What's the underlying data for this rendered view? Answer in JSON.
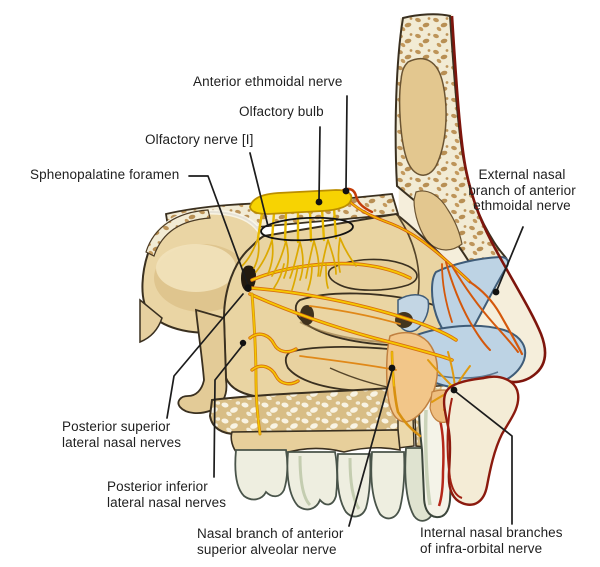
{
  "labels": {
    "anterior_ethmoidal_nerve": "Anterior ethmoidal nerve",
    "olfactory_bulb": "Olfactory bulb",
    "olfactory_nerve": "Olfactory nerve [I]",
    "sphenopalatine_foramen": "Sphenopalatine foramen",
    "external_nasal_branch": "External nasal\nbranch of anterior\nethmoidal nerve",
    "posterior_superior": "Posterior superior\nlateral nasal nerves",
    "posterior_inferior": "Posterior inferior\nlateral nasal nerves",
    "nasal_branch_asan": "Nasal branch of anterior\nsuperior alveolar nerve",
    "internal_nasal_branches": "Internal nasal branches\nof infra-orbital nerve"
  },
  "colors": {
    "background": "#ffffff",
    "bone": "#e9d4a2",
    "bone_light": "#f2ebd4",
    "nerve_yellow": "#f6c800",
    "nerve_orange": "#d87010",
    "anterior_ethmoidal_red": "#c43c08",
    "cartilage_blue": "#bdd3e4",
    "skin_outline_red": "#7e150c",
    "vestibule_peach": "#f2c689",
    "label_text": "#1f1f1f",
    "leader_line": "#1c1c1c"
  }
}
